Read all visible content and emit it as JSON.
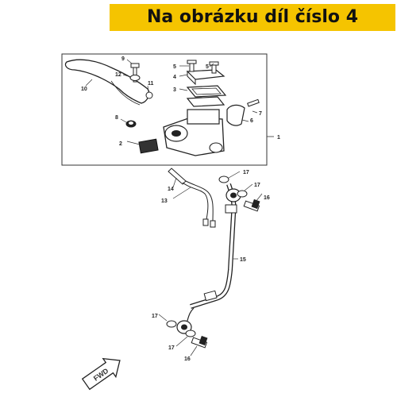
{
  "banner": {
    "text": "Na obrázku díl číslo 4",
    "color": "#f5c400"
  },
  "parts": {
    "p1": "1",
    "p2": "2",
    "p3": "3",
    "p4": "4",
    "p5a": "5",
    "p5b": "5",
    "p6": "6",
    "p7": "7",
    "p8": "8",
    "p9": "9",
    "p10": "10",
    "p11": "11",
    "p12": "12",
    "p13": "13",
    "p14": "14",
    "p15": "15",
    "p16a": "16",
    "p16b": "16",
    "p17a": "17",
    "p17b": "17",
    "p17c": "17",
    "p17d": "17"
  },
  "fwd_label": "FWD"
}
